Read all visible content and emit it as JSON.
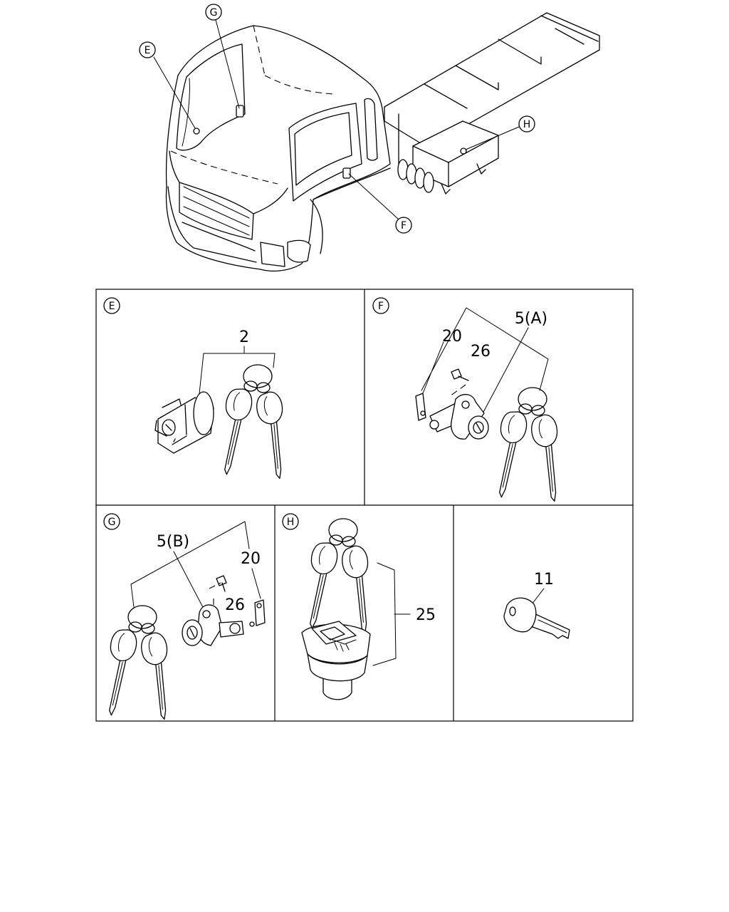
{
  "callouts": {
    "E": "E",
    "F": "F",
    "G": "G",
    "H": "H"
  },
  "panels": {
    "E": {
      "tag": "E",
      "parts": [
        "2"
      ]
    },
    "F": {
      "tag": "F",
      "parts": [
        "20",
        "26",
        "5(A)"
      ]
    },
    "G": {
      "tag": "G",
      "parts": [
        "5(B)",
        "20",
        "26"
      ]
    },
    "H": {
      "tag": "H",
      "parts": [
        "25"
      ]
    },
    "key": {
      "parts": [
        "11"
      ]
    }
  }
}
